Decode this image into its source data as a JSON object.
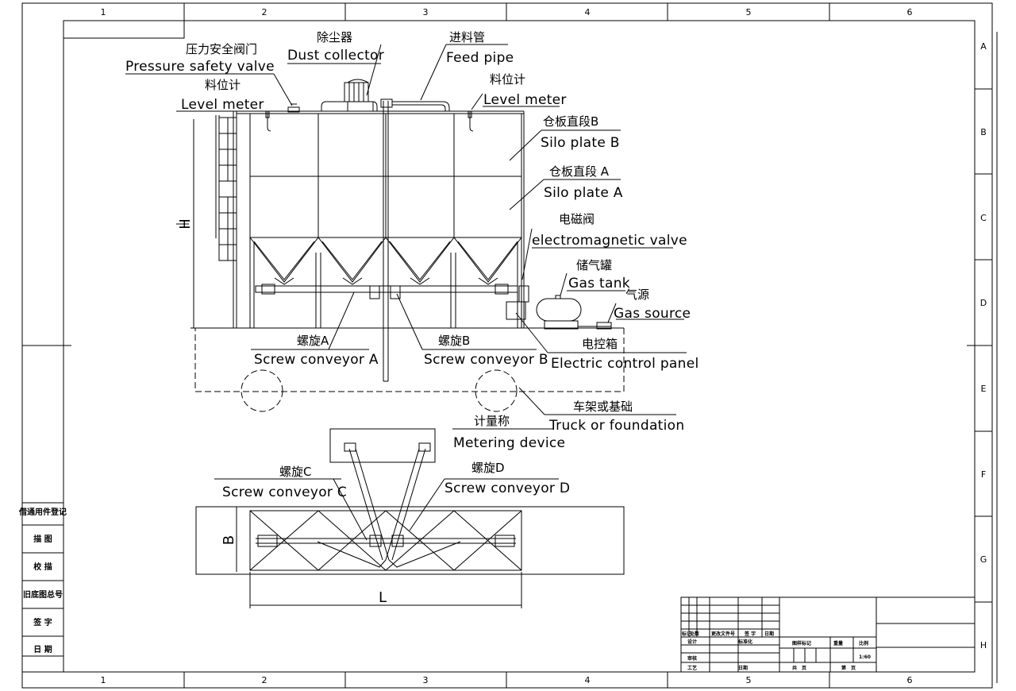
{
  "grid": {
    "columns": [
      "1",
      "2",
      "3",
      "4",
      "5",
      "6"
    ],
    "rows": [
      "A",
      "B",
      "C",
      "D",
      "E",
      "F",
      "G",
      "H"
    ]
  },
  "labels": {
    "pressure_valve": {
      "cn": "压力安全阀门",
      "en": "Pressure safety valve"
    },
    "dust_collector": {
      "cn": "除尘器",
      "en": "Dust collector"
    },
    "feed_pipe": {
      "cn": "进料管",
      "en": "Feed pipe"
    },
    "level_meter_left": {
      "cn": "料位计",
      "en": "Level meter"
    },
    "level_meter_right": {
      "cn": "料位计",
      "en": "Level meter"
    },
    "silo_plate_b": {
      "cn": "仓板直段B",
      "en": "Silo plate B"
    },
    "silo_plate_a": {
      "cn": "仓板直段 A",
      "en": "Silo plate A"
    },
    "em_valve": {
      "cn": "电磁阀",
      "en": "electromagnetic valve"
    },
    "gas_tank": {
      "cn": "储气罐",
      "en": "Gas tank"
    },
    "gas_source": {
      "cn": "气源",
      "en": "Gas source"
    },
    "screw_a": {
      "cn": "螺旋A",
      "en": "Screw conveyor A"
    },
    "screw_b": {
      "cn": "螺旋B",
      "en": "Screw conveyor B"
    },
    "control_panel": {
      "cn": "电控箱",
      "en": "Electric control panel"
    },
    "truck": {
      "cn": "车架或基础",
      "en": "Truck or foundation"
    },
    "metering": {
      "cn": "计量称",
      "en": "Metering device"
    },
    "screw_c": {
      "cn": "螺旋C",
      "en": "Screw conveyor C"
    },
    "screw_d": {
      "cn": "螺旋D",
      "en": "Screw conveyor D"
    }
  },
  "dimensions": {
    "height": "H",
    "width": "B",
    "length": "L"
  },
  "side_table": [
    "借通用件登记",
    "描 图",
    "校 描",
    "旧底图总号",
    "签 字",
    "日 期"
  ],
  "title_block": {
    "headers": [
      "标记",
      "处数",
      "更改文件号",
      "签 字",
      "日期"
    ],
    "design": "设计",
    "standardization": "标准化",
    "review": "审核",
    "process": "工艺",
    "date": "日期",
    "drawing_mark": "图样标记",
    "weight": "重量",
    "scale_label": "比例",
    "scale": "1:60",
    "total_sheets": "共　页",
    "sheet_no": "第　页"
  }
}
